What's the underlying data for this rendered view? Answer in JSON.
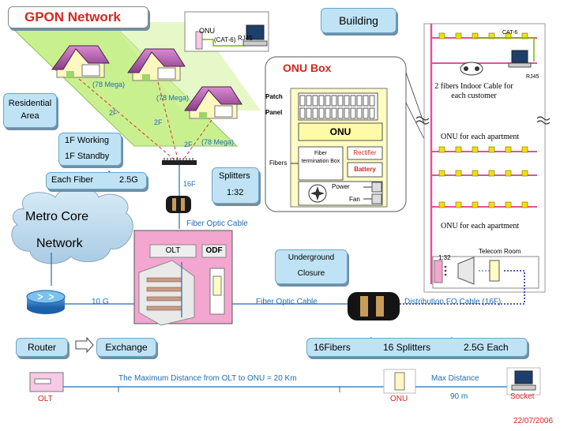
{
  "title": "GPON Network",
  "date": "22/07/2006",
  "colors": {
    "accent_blue": "#1e6eb4",
    "title_red": "#d4281e",
    "callout_fill": "#bfe3f5",
    "building_pink": "#e0529a",
    "olt_pink": "#f3a6cf"
  },
  "top_onu": {
    "onu": "ONU",
    "cat6": "(CAT-6)",
    "rj45": "RJ45"
  },
  "residential": {
    "area_label": "Residential Area",
    "capacity_1": "(78 Mega)",
    "capacity_2": "(78 Mega)",
    "capacity_3": "(78 Mega)",
    "fiber_1": "2F",
    "fiber_2": "2F",
    "fiber_3": "2F",
    "working": "1F Working",
    "standby": "1F Standby",
    "each_fiber": "Each Fiber",
    "each_fiber_value": "2.5G",
    "splitters": "Splitters",
    "split_ratio": "1:32",
    "feed": "16F"
  },
  "onu_box": {
    "title": "ONU Box",
    "patch_panel_1": "Patch",
    "patch_panel_2": "Panel",
    "onu": "ONU",
    "fibers": "Fibers",
    "termination": "Fiber termination Box",
    "rectifier": "Rectifier",
    "battery": "Battery",
    "power": "Power",
    "fan": "Fan"
  },
  "building": {
    "label": "Building",
    "cat6": "CAT-6",
    "rj45": "RJ45",
    "indoor_cable": "2 fibers Indoor Cable for each customer",
    "onu_apartment_1": "ONU for each apartment",
    "onu_apartment_2": "ONU for each apartment",
    "telecom_room": "Telecom Room",
    "split_ratio": "1:32"
  },
  "metro": {
    "label_1": "Metro Core",
    "label_2": "Network"
  },
  "exchange": {
    "olt": "OLT",
    "odf": "ODF",
    "fiber_optic_cable": "Fiber Optic Cable",
    "link_speed": "10 G"
  },
  "underground": {
    "label_1": "Underground",
    "label_2": "Closure",
    "fiber_optic_cable": "Fiber Optic Cable",
    "distribution_cable": "Distribution FO Cable (16F)"
  },
  "legend": {
    "router": "Router",
    "exchange": "Exchange"
  },
  "summary": {
    "fibers": "16Fibers",
    "splitters": "16 Splitters",
    "each": "2.5G Each"
  },
  "bottom": {
    "max_distance_olt_onu": "The Maximum Distance from OLT to ONU = 20 Km",
    "olt": "OLT",
    "onu": "ONU",
    "max_distance": "Max Distance",
    "max_distance_value": "90 m",
    "socket": "Socket"
  }
}
